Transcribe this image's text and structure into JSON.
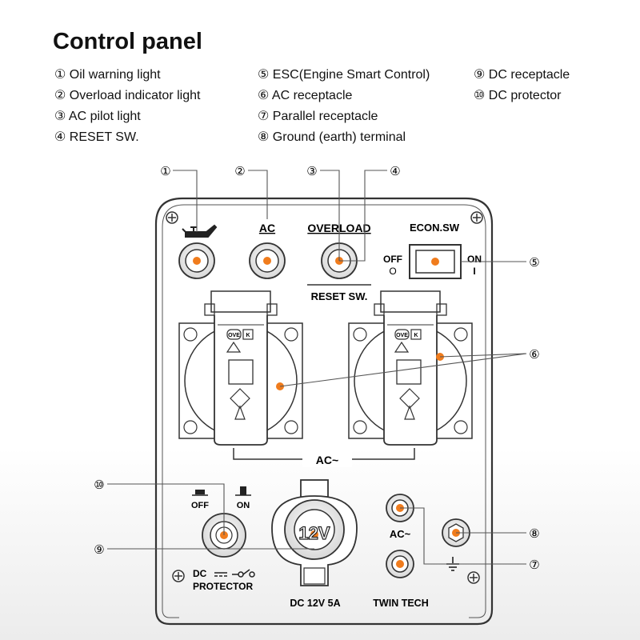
{
  "title": "Control panel",
  "legend": {
    "col1": [
      {
        "num": "①",
        "label": "Oil warning light"
      },
      {
        "num": "②",
        "label": "Overload indicator light"
      },
      {
        "num": "③",
        "label": "AC pilot light"
      },
      {
        "num": "④",
        "label": "RESET SW."
      }
    ],
    "col2": [
      {
        "num": "⑤",
        "label": "ESC(Engine Smart Control)"
      },
      {
        "num": "⑥",
        "label": "AC receptacle"
      },
      {
        "num": "⑦",
        "label": "Parallel receptacle"
      },
      {
        "num": "⑧",
        "label": "Ground (earth) terminal"
      }
    ],
    "col3": [
      {
        "num": "⑨",
        "label": "DC receptacle"
      },
      {
        "num": "⑩",
        "label": "DC protector"
      }
    ]
  },
  "callouts": {
    "c1": "①",
    "c2": "②",
    "c3": "③",
    "c4": "④",
    "c5": "⑤",
    "c6": "⑥",
    "c7": "⑦",
    "c8": "⑧",
    "c9": "⑨",
    "c10": "⑩"
  },
  "panel": {
    "ac_label": "AC",
    "overload_label": "OVERLOAD",
    "econ_label": "ECON.SW",
    "off_label": "OFF",
    "on_label": "ON",
    "off_symbol": "O",
    "on_symbol": "I",
    "reset_label": "RESET SW.",
    "ac_tilde_label": "AC~",
    "socket_mark": "OVE",
    "socket_mark2": "K",
    "dc_off_label": "OFF",
    "dc_on_label": "ON",
    "dc_label": "DC",
    "protector_label": "PROTECTOR",
    "dc_outlet_value": "12V",
    "dc_rating_label": "DC 12V 5A",
    "parallel_ac_label": "AC~",
    "twin_tech_label": "TWIN TECH"
  },
  "colors": {
    "accent": "#f07c1d",
    "ink": "#222222",
    "panel_line": "#333333"
  }
}
